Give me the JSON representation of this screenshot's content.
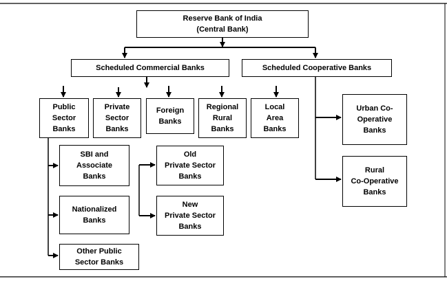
{
  "nodes": {
    "rbi": "Reserve Bank of India\n(Central Bank)",
    "scb": "Scheduled Commercial Banks",
    "scoop": "Scheduled Cooperative Banks",
    "public": "Public\nSector\nBanks",
    "private": "Private\nSector\nBanks",
    "foreign": "Foreign\nBanks",
    "rrb": "Regional\nRural\nBanks",
    "lab": "Local\nArea\nBanks",
    "urban": "Urban Co-\nOperative\nBanks",
    "rural": "Rural\nCo-Operative\nBanks",
    "sbi": "SBI and\nAssociate\nBanks",
    "nationalized": "Nationalized\nBanks",
    "otherpublic": "Other Public\nSector Banks",
    "oldprivate": "Old\nPrivate Sector\nBanks",
    "newprivate": "New\nPrivate Sector\nBanks"
  }
}
